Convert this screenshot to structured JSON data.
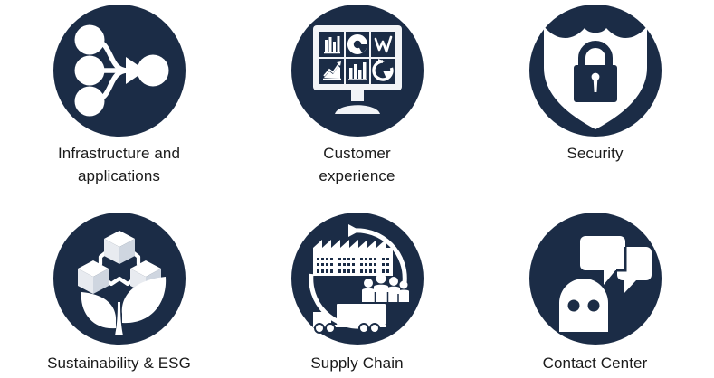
{
  "theme": {
    "navy": "#1b2c46",
    "white": "#ffffff",
    "text": "#1a1a1a",
    "background": "#ffffff"
  },
  "grid": {
    "columns": 3,
    "rows": 2
  },
  "items": [
    {
      "id": "infrastructure-and-applications",
      "label": "Infrastructure and\napplications",
      "icon": "network-nodes-icon",
      "row": 1
    },
    {
      "id": "customer-experience",
      "label": "Customer\nexperience",
      "icon": "dashboard-monitor-icon",
      "row": 1
    },
    {
      "id": "security",
      "label": "Security",
      "icon": "shield-lock-icon",
      "row": 1
    },
    {
      "id": "sustainability-and-esg",
      "label": "Sustainability & ESG",
      "icon": "blockchain-leaves-icon",
      "row": 2
    },
    {
      "id": "supply-chain",
      "label": "Supply Chain",
      "icon": "factory-truck-people-icon",
      "row": 2
    },
    {
      "id": "contact-center",
      "label": "Contact Center",
      "icon": "chatbot-speech-bubbles-icon",
      "row": 2
    }
  ]
}
